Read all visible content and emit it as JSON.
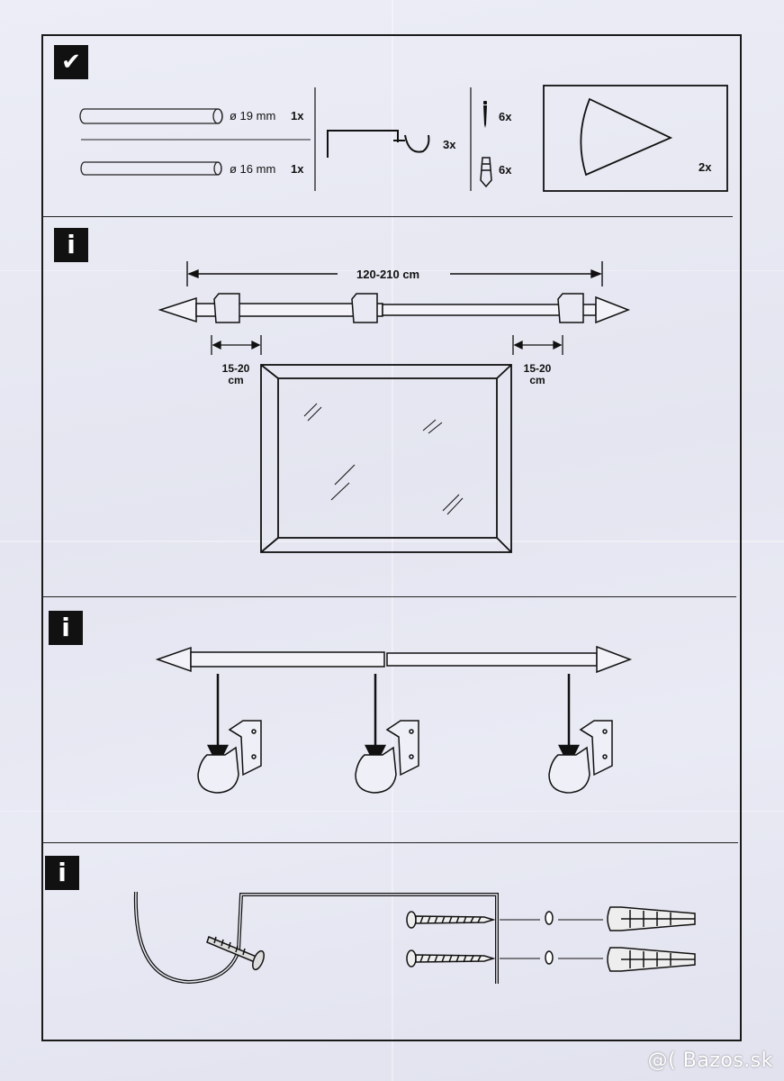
{
  "parts": {
    "rod_large": {
      "diameter": "ø 19 mm",
      "qty": "1x"
    },
    "rod_small": {
      "diameter": "ø 16 mm",
      "qty": "1x"
    },
    "brackets_qty": "3x",
    "screws_qty": "6x",
    "plugs_qty": "6x",
    "finials_qty": "2x"
  },
  "section2": {
    "width_range": "120-210 cm",
    "left_offset": {
      "value": "15-20",
      "unit": "cm"
    },
    "right_offset": {
      "value": "15-20",
      "unit": "cm"
    }
  },
  "info_symbol": "i",
  "watermark": "@( Bazos.sk"
}
